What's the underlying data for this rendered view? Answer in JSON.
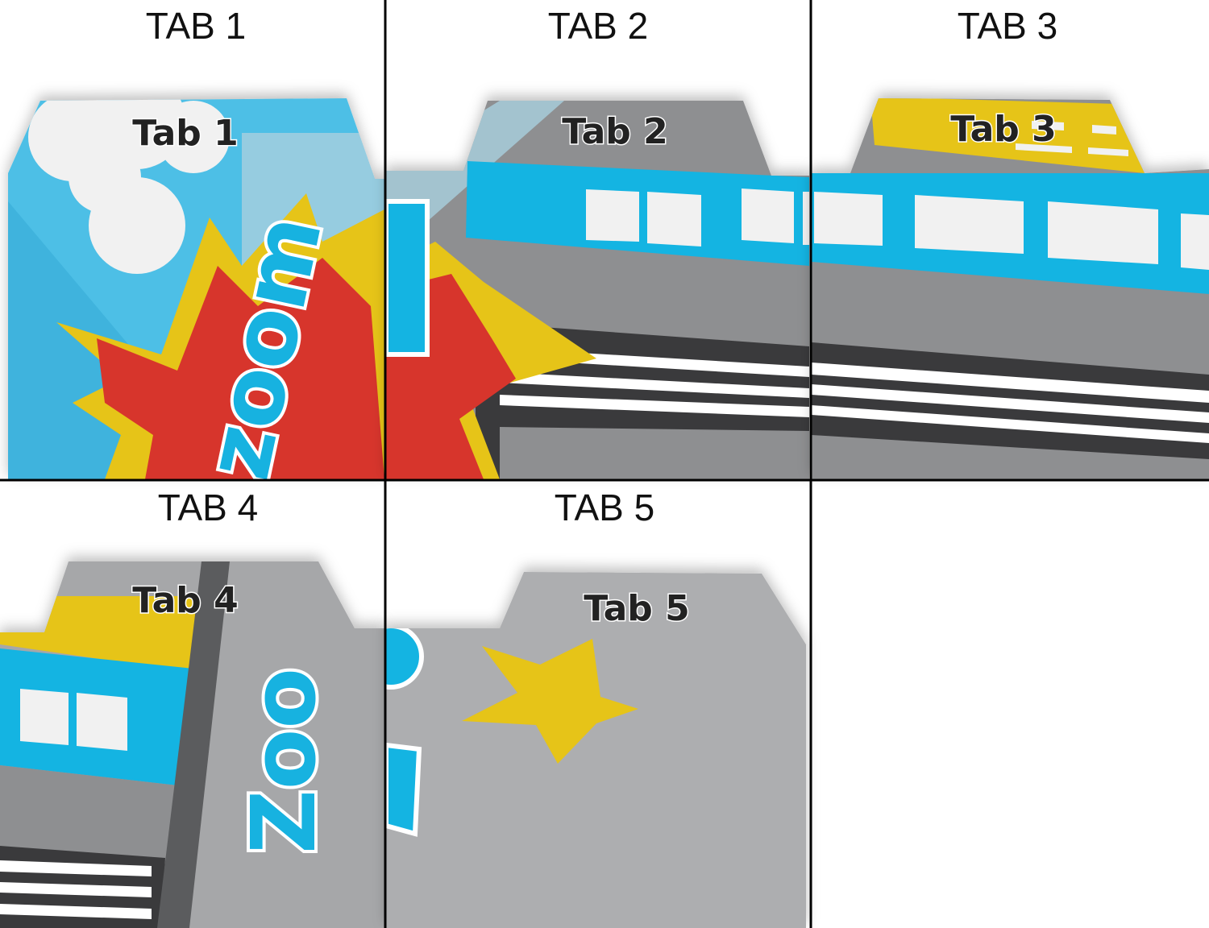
{
  "panels": [
    {
      "header": "TAB 1",
      "tab_label": "Tab 1"
    },
    {
      "header": "TAB 2",
      "tab_label": "Tab 2"
    },
    {
      "header": "TAB 3",
      "tab_label": "Tab 3"
    },
    {
      "header": "TAB 4",
      "tab_label": "Tab 4"
    },
    {
      "header": "TAB 5",
      "tab_label": "Tab 5"
    }
  ],
  "artwork_text": {
    "zoom": "zoom",
    "zoom_vertical": "Zoo"
  },
  "colors": {
    "sky": "#4dbfe6",
    "blue": "#14b4e2",
    "gray": "#8e8f91",
    "light_gray": "#adaeb0",
    "yellow": "#e6c418",
    "red": "#d7352c",
    "dark": "#3a3a3c"
  }
}
